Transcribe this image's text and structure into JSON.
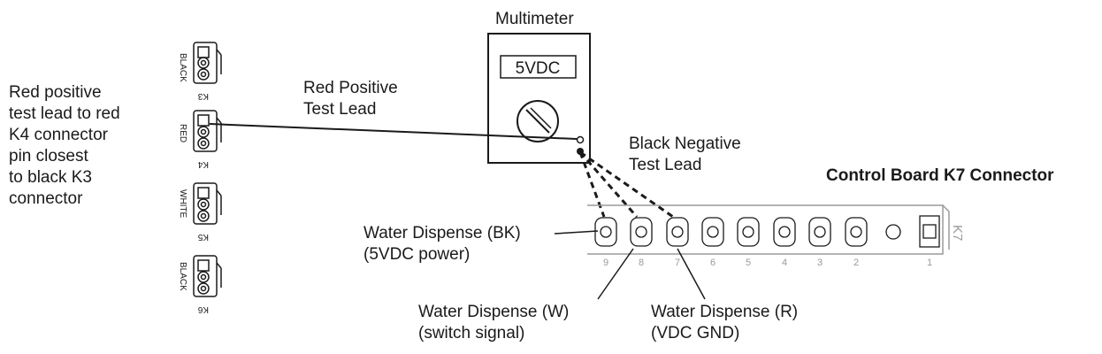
{
  "multimeter": {
    "title": "Multimeter",
    "display": "5VDC"
  },
  "lead_labels": {
    "red": "Red Positive\nTest Lead",
    "black": "Black Negative\nTest Lead"
  },
  "instruction": "Red positive\ntest lead to red\nK4 connector\npin closest\nto black K3\nconnector",
  "board": {
    "title": "Control Board K7 Connector",
    "connector_id": "K7",
    "pin_numbers": [
      "9",
      "8",
      "7",
      "6",
      "5",
      "4",
      "3",
      "2",
      "1"
    ]
  },
  "wire_labels": {
    "bk": "Water Dispense (BK)\n(5VDC power)",
    "w": "Water Dispense (W)\n(switch signal)",
    "r": "Water Dispense (R)\n(VDC GND)"
  },
  "side_connectors": [
    {
      "id": "K3",
      "color": "BLACK"
    },
    {
      "id": "K4",
      "color": "RED"
    },
    {
      "id": "K5",
      "color": "WHITE"
    },
    {
      "id": "K6",
      "color": "BLACK"
    }
  ],
  "colors": {
    "ink": "#1a1a1a",
    "faint": "#9a9a9a"
  }
}
